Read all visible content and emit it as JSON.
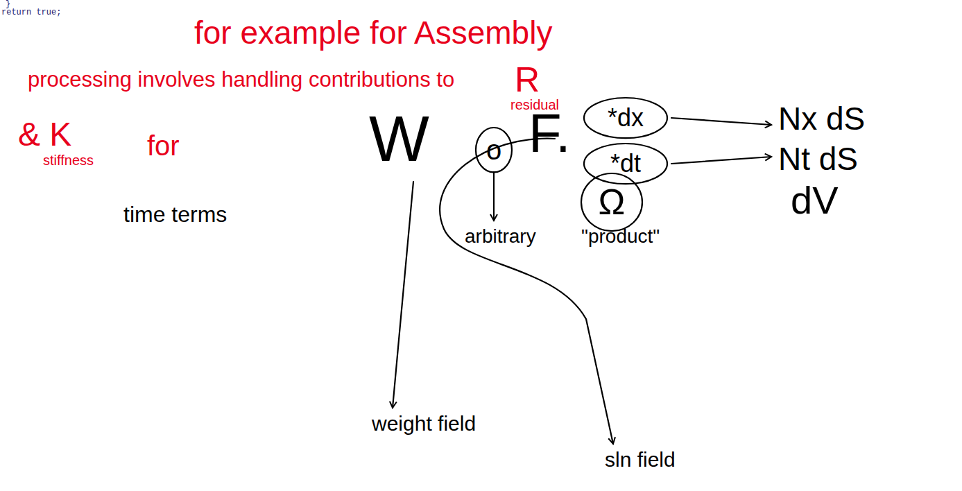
{
  "diagram": {
    "nodes": [
      {
        "text": [
          "o"
        ]
      },
      {
        "text": [
          "*dx"
        ]
      },
      {
        "text": [
          "*dt"
        ]
      },
      {
        "text": [
          "Ω"
        ]
      }
    ],
    "labels": [
      "}",
      "return true;",
      "for example for Assembly",
      "processing involves handling contributions to",
      "R",
      "residual",
      "& K",
      "stiffness",
      "for",
      "time terms",
      "W",
      "F.",
      "\"product\"",
      "arbitrary",
      "weight field",
      "sln field",
      "Nx dS",
      "Nt dS",
      "dV"
    ]
  }
}
